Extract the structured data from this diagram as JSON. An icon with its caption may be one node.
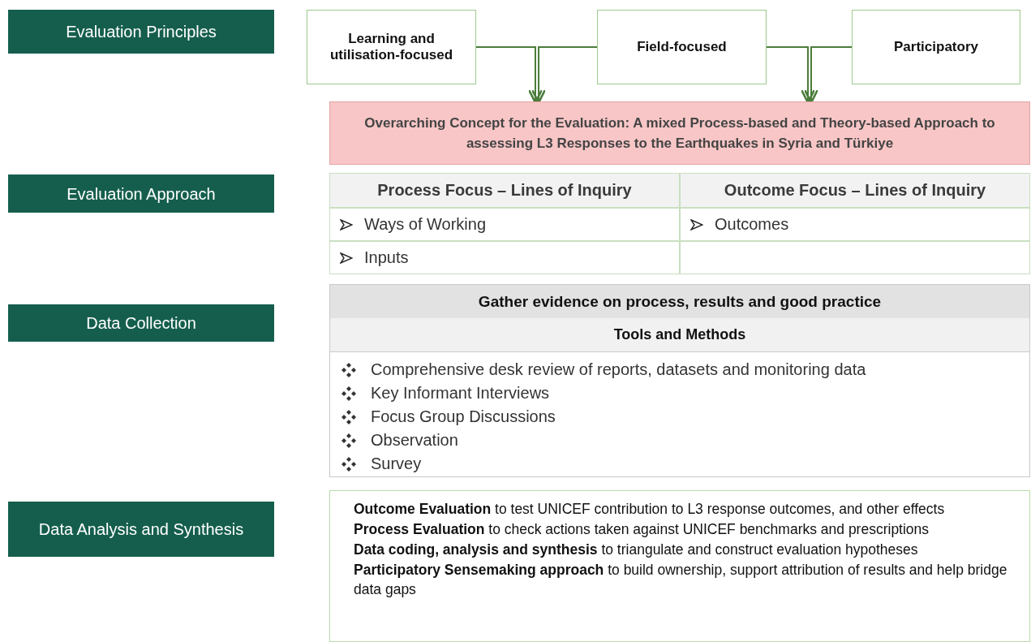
{
  "diagram": {
    "nodes": [
      {
        "text": [
          "Evaluation Principles"
        ]
      },
      {
        "text": [
          "Learning and utilisation-focused"
        ]
      },
      {
        "text": [
          "Field-focused"
        ]
      },
      {
        "text": [
          "Participatory"
        ]
      },
      {
        "text": [
          "Overarching Concept for the Evaluation: A mixed Process-based and Theory-based Approach to assessing L3 Responses to the Earthquakes in Syria and Türkiye"
        ]
      },
      {
        "text": [
          "Evaluation Approach"
        ]
      },
      {
        "text": [
          "Data Collection"
        ]
      },
      {
        "text": [
          "Gather evidence on process, results and good practice",
          "Tools and Methods",
          "Comprehensive desk review of reports, datasets and monitoring data",
          "Key Informant Interviews",
          "Focus Group Discussions",
          "Observation",
          "Survey"
        ]
      },
      {
        "text": [
          "Data Analysis and Synthesis"
        ]
      },
      {
        "text": [
          "**Outcome Evaluation** to test UNICEF contribution to L3 response outcomes, and other effects",
          "**Process Evaluation** to check actions taken against UNICEF benchmarks and prescriptions",
          "**Data coding, analysis and synthesis** to triangulate and construct evaluation hypotheses",
          "**Participatory Sensemaking approach** to build ownership, support attribution of results and help bridge data gaps"
        ]
      }
    ],
    "edges": [
      {
        "from": 1,
        "to": 4,
        "arrow": "to"
      },
      {
        "from": 2,
        "to": 4,
        "arrow": "to"
      },
      {
        "from": 2,
        "to": 4,
        "arrow": "to"
      },
      {
        "from": 3,
        "to": 4,
        "arrow": "to"
      }
    ],
    "labels": [
      "Process Focus – Lines of Inquiry",
      "Outcome Focus – Lines of Inquiry",
      "Ways of Working",
      "Outcomes",
      "Inputs"
    ]
  }
}
